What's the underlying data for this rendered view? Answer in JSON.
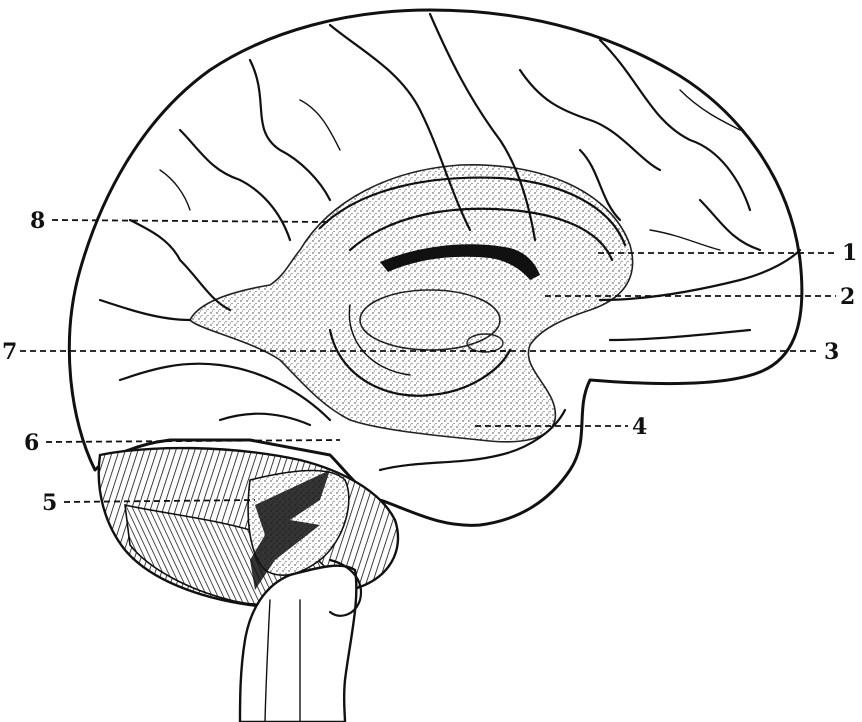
{
  "figure": {
    "labels": [
      {
        "id": "8",
        "text": "8"
      },
      {
        "id": "1",
        "text": "1"
      },
      {
        "id": "2",
        "text": "2"
      },
      {
        "id": "7",
        "text": "7"
      },
      {
        "id": "3",
        "text": "3"
      },
      {
        "id": "6",
        "text": "6"
      },
      {
        "id": "4",
        "text": "4"
      },
      {
        "id": "5",
        "text": "5"
      }
    ]
  }
}
